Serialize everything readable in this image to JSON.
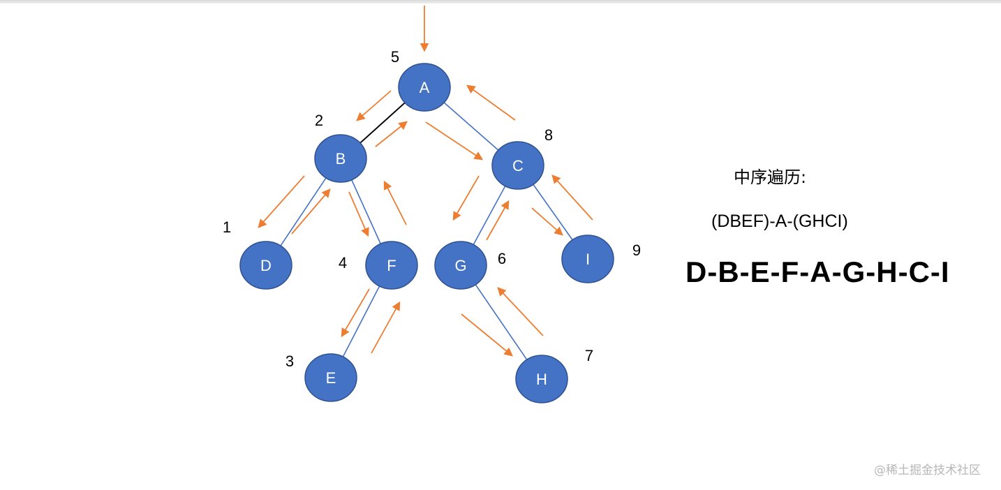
{
  "diagram": {
    "nodes": [
      {
        "id": "A",
        "label": "A",
        "order": "5"
      },
      {
        "id": "B",
        "label": "B",
        "order": "2"
      },
      {
        "id": "C",
        "label": "C",
        "order": "8"
      },
      {
        "id": "D",
        "label": "D",
        "order": "1"
      },
      {
        "id": "F",
        "label": "F",
        "order": "4"
      },
      {
        "id": "G",
        "label": "G",
        "order": "6"
      },
      {
        "id": "I",
        "label": "I",
        "order": "9"
      },
      {
        "id": "E",
        "label": "E",
        "order": "3"
      },
      {
        "id": "H",
        "label": "H",
        "order": "7"
      }
    ],
    "edges": [
      {
        "from": "A",
        "to": "B"
      },
      {
        "from": "A",
        "to": "C"
      },
      {
        "from": "B",
        "to": "D"
      },
      {
        "from": "B",
        "to": "F"
      },
      {
        "from": "F",
        "to": "E"
      },
      {
        "from": "C",
        "to": "G"
      },
      {
        "from": "C",
        "to": "I"
      },
      {
        "from": "G",
        "to": "H"
      }
    ],
    "colors": {
      "node_fill": "#4472c4",
      "node_stroke": "#2f528f",
      "edge": "#4472c4",
      "highlight_edge": "#000000",
      "arrow": "#ed7d31"
    }
  },
  "text": {
    "title": "中序遍历:",
    "grouped": "(DBEF)-A-(GHCI)",
    "sequence": "D-B-E-F-A-G-H-C-I"
  },
  "watermark": "@稀土掘金技术社区"
}
